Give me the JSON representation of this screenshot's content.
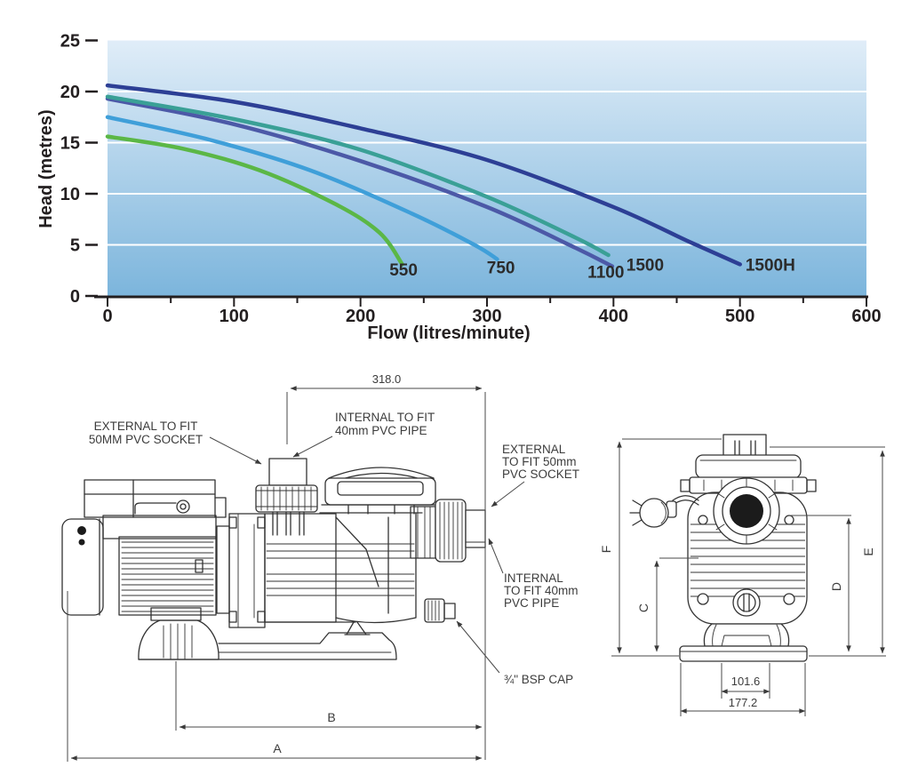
{
  "chart_data": {
    "type": "line",
    "title": "",
    "xlabel": "Flow (litres/minute)",
    "ylabel": "Head (metres)",
    "xlim": [
      0,
      600
    ],
    "ylim": [
      0,
      25
    ],
    "x_major_ticks": [
      0,
      100,
      200,
      300,
      400,
      500,
      600
    ],
    "x_minor_ticks": [
      50,
      150,
      250,
      350,
      450,
      550
    ],
    "y_ticks": [
      0,
      5,
      10,
      15,
      20,
      25
    ],
    "gridlines_y": [
      5,
      10,
      15,
      20
    ],
    "grid_on": true,
    "grid_color": "#ffffff",
    "axis_color": "#231f20",
    "bg_gradient_top": "#e0edf8",
    "bg_gradient_bottom": "#7cb5dc",
    "legend_position": "labels-at-curve-ends",
    "series": [
      {
        "name": "550",
        "color": "#5bb746",
        "points": [
          [
            0,
            15.6
          ],
          [
            60,
            14.4
          ],
          [
            120,
            12.3
          ],
          [
            180,
            9.0
          ],
          [
            215,
            6.2
          ],
          [
            233,
            3.1
          ]
        ],
        "label_x": 234,
        "label_y": 2.0
      },
      {
        "name": "750",
        "color": "#3f9fd9",
        "points": [
          [
            0,
            17.5
          ],
          [
            80,
            15.3
          ],
          [
            160,
            12.3
          ],
          [
            240,
            8.1
          ],
          [
            290,
            5.0
          ],
          [
            308,
            3.6
          ]
        ],
        "label_x": 311,
        "label_y": 2.2
      },
      {
        "name": "1100",
        "color": "#4c59a7",
        "points": [
          [
            0,
            19.3
          ],
          [
            100,
            16.8
          ],
          [
            200,
            13.2
          ],
          [
            300,
            8.7
          ],
          [
            370,
            4.7
          ],
          [
            399,
            2.9
          ]
        ],
        "label_x": 394,
        "label_y": 1.8
      },
      {
        "name": "1500",
        "color": "#3aa096",
        "points": [
          [
            0,
            19.5
          ],
          [
            100,
            17.3
          ],
          [
            200,
            14.3
          ],
          [
            300,
            9.7
          ],
          [
            370,
            5.7
          ],
          [
            396,
            4.0
          ]
        ],
        "label_x": 425,
        "label_y": 2.5
      },
      {
        "name": "1500H",
        "color": "#2d3f95",
        "points": [
          [
            0,
            20.6
          ],
          [
            100,
            19.0
          ],
          [
            200,
            16.4
          ],
          [
            300,
            13.3
          ],
          [
            400,
            8.7
          ],
          [
            460,
            5.3
          ],
          [
            500,
            3.1
          ]
        ],
        "label_x": 524,
        "label_y": 2.5
      }
    ]
  },
  "drawings": {
    "side_view": {
      "dim_318": "318.0",
      "dim_a": "A",
      "dim_b": "B",
      "label_external_top": [
        "EXTERNAL TO FIT",
        "50MM PVC SOCKET"
      ],
      "label_internal_top": [
        "INTERNAL TO FIT",
        "40mm PVC PIPE"
      ],
      "label_external_right": [
        "EXTERNAL",
        "TO FIT 50mm",
        "PVC SOCKET"
      ],
      "label_internal_right": [
        "INTERNAL",
        "TO FIT 40mm",
        "PVC PIPE"
      ],
      "label_bsp": "¾\" BSP CAP"
    },
    "front_view": {
      "dim_c": "C",
      "dim_d": "D",
      "dim_e": "E",
      "dim_f": "F",
      "dim_101": "101.6",
      "dim_177": "177.2"
    }
  }
}
